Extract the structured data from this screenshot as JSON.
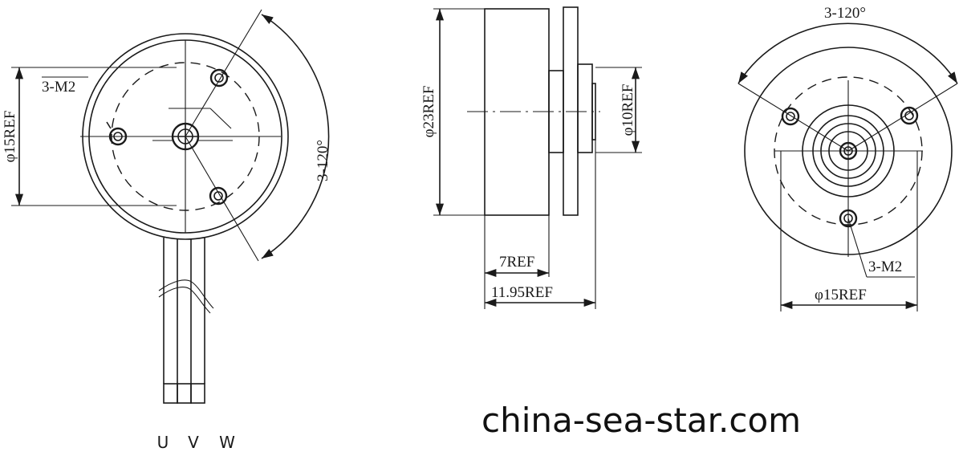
{
  "left_view": {
    "thread_label": "3-M2",
    "pcd_label": "φ15REF",
    "angle_label": "3-120°",
    "wire_labels": [
      "U",
      "V",
      "W"
    ]
  },
  "side_view": {
    "diameter_label": "φ23REF",
    "shaft_label": "φ10REF",
    "body_length_label": "7REF",
    "total_length_label": "11.95REF"
  },
  "right_view": {
    "angle_label": "3-120°",
    "thread_label": "3-M2",
    "pcd_label": "φ15REF"
  },
  "watermark": "china-sea-star.com"
}
